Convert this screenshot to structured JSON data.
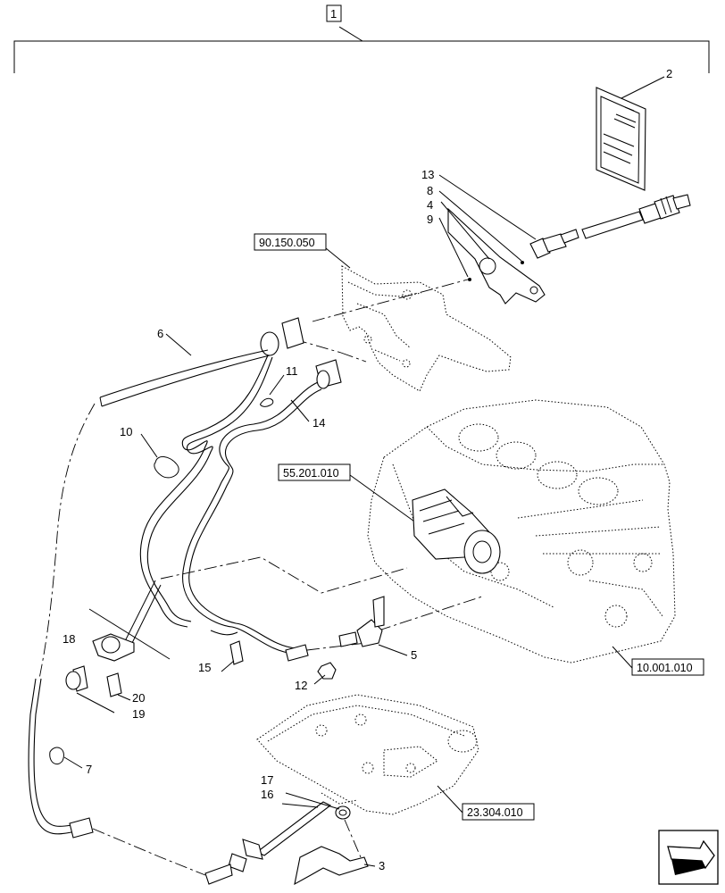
{
  "callouts": {
    "c1": "1",
    "c2": "2",
    "c3": "3",
    "c4": "4",
    "c5": "5",
    "c6": "6",
    "c7": "7",
    "c8": "8",
    "c9": "9",
    "c10": "10",
    "c11": "11",
    "c12": "12",
    "c13": "13",
    "c14": "14",
    "c15": "15",
    "c16": "16",
    "c17": "17",
    "c18": "18",
    "c19": "19",
    "c20": "20"
  },
  "references": {
    "bracket_ref": "90.150.050",
    "starter_ref": "55.201.010",
    "engine_block_ref": "10.001.010",
    "oil_pan_ref": "23.304.010"
  },
  "icons": {
    "nav": "next-page-arrow-icon"
  }
}
